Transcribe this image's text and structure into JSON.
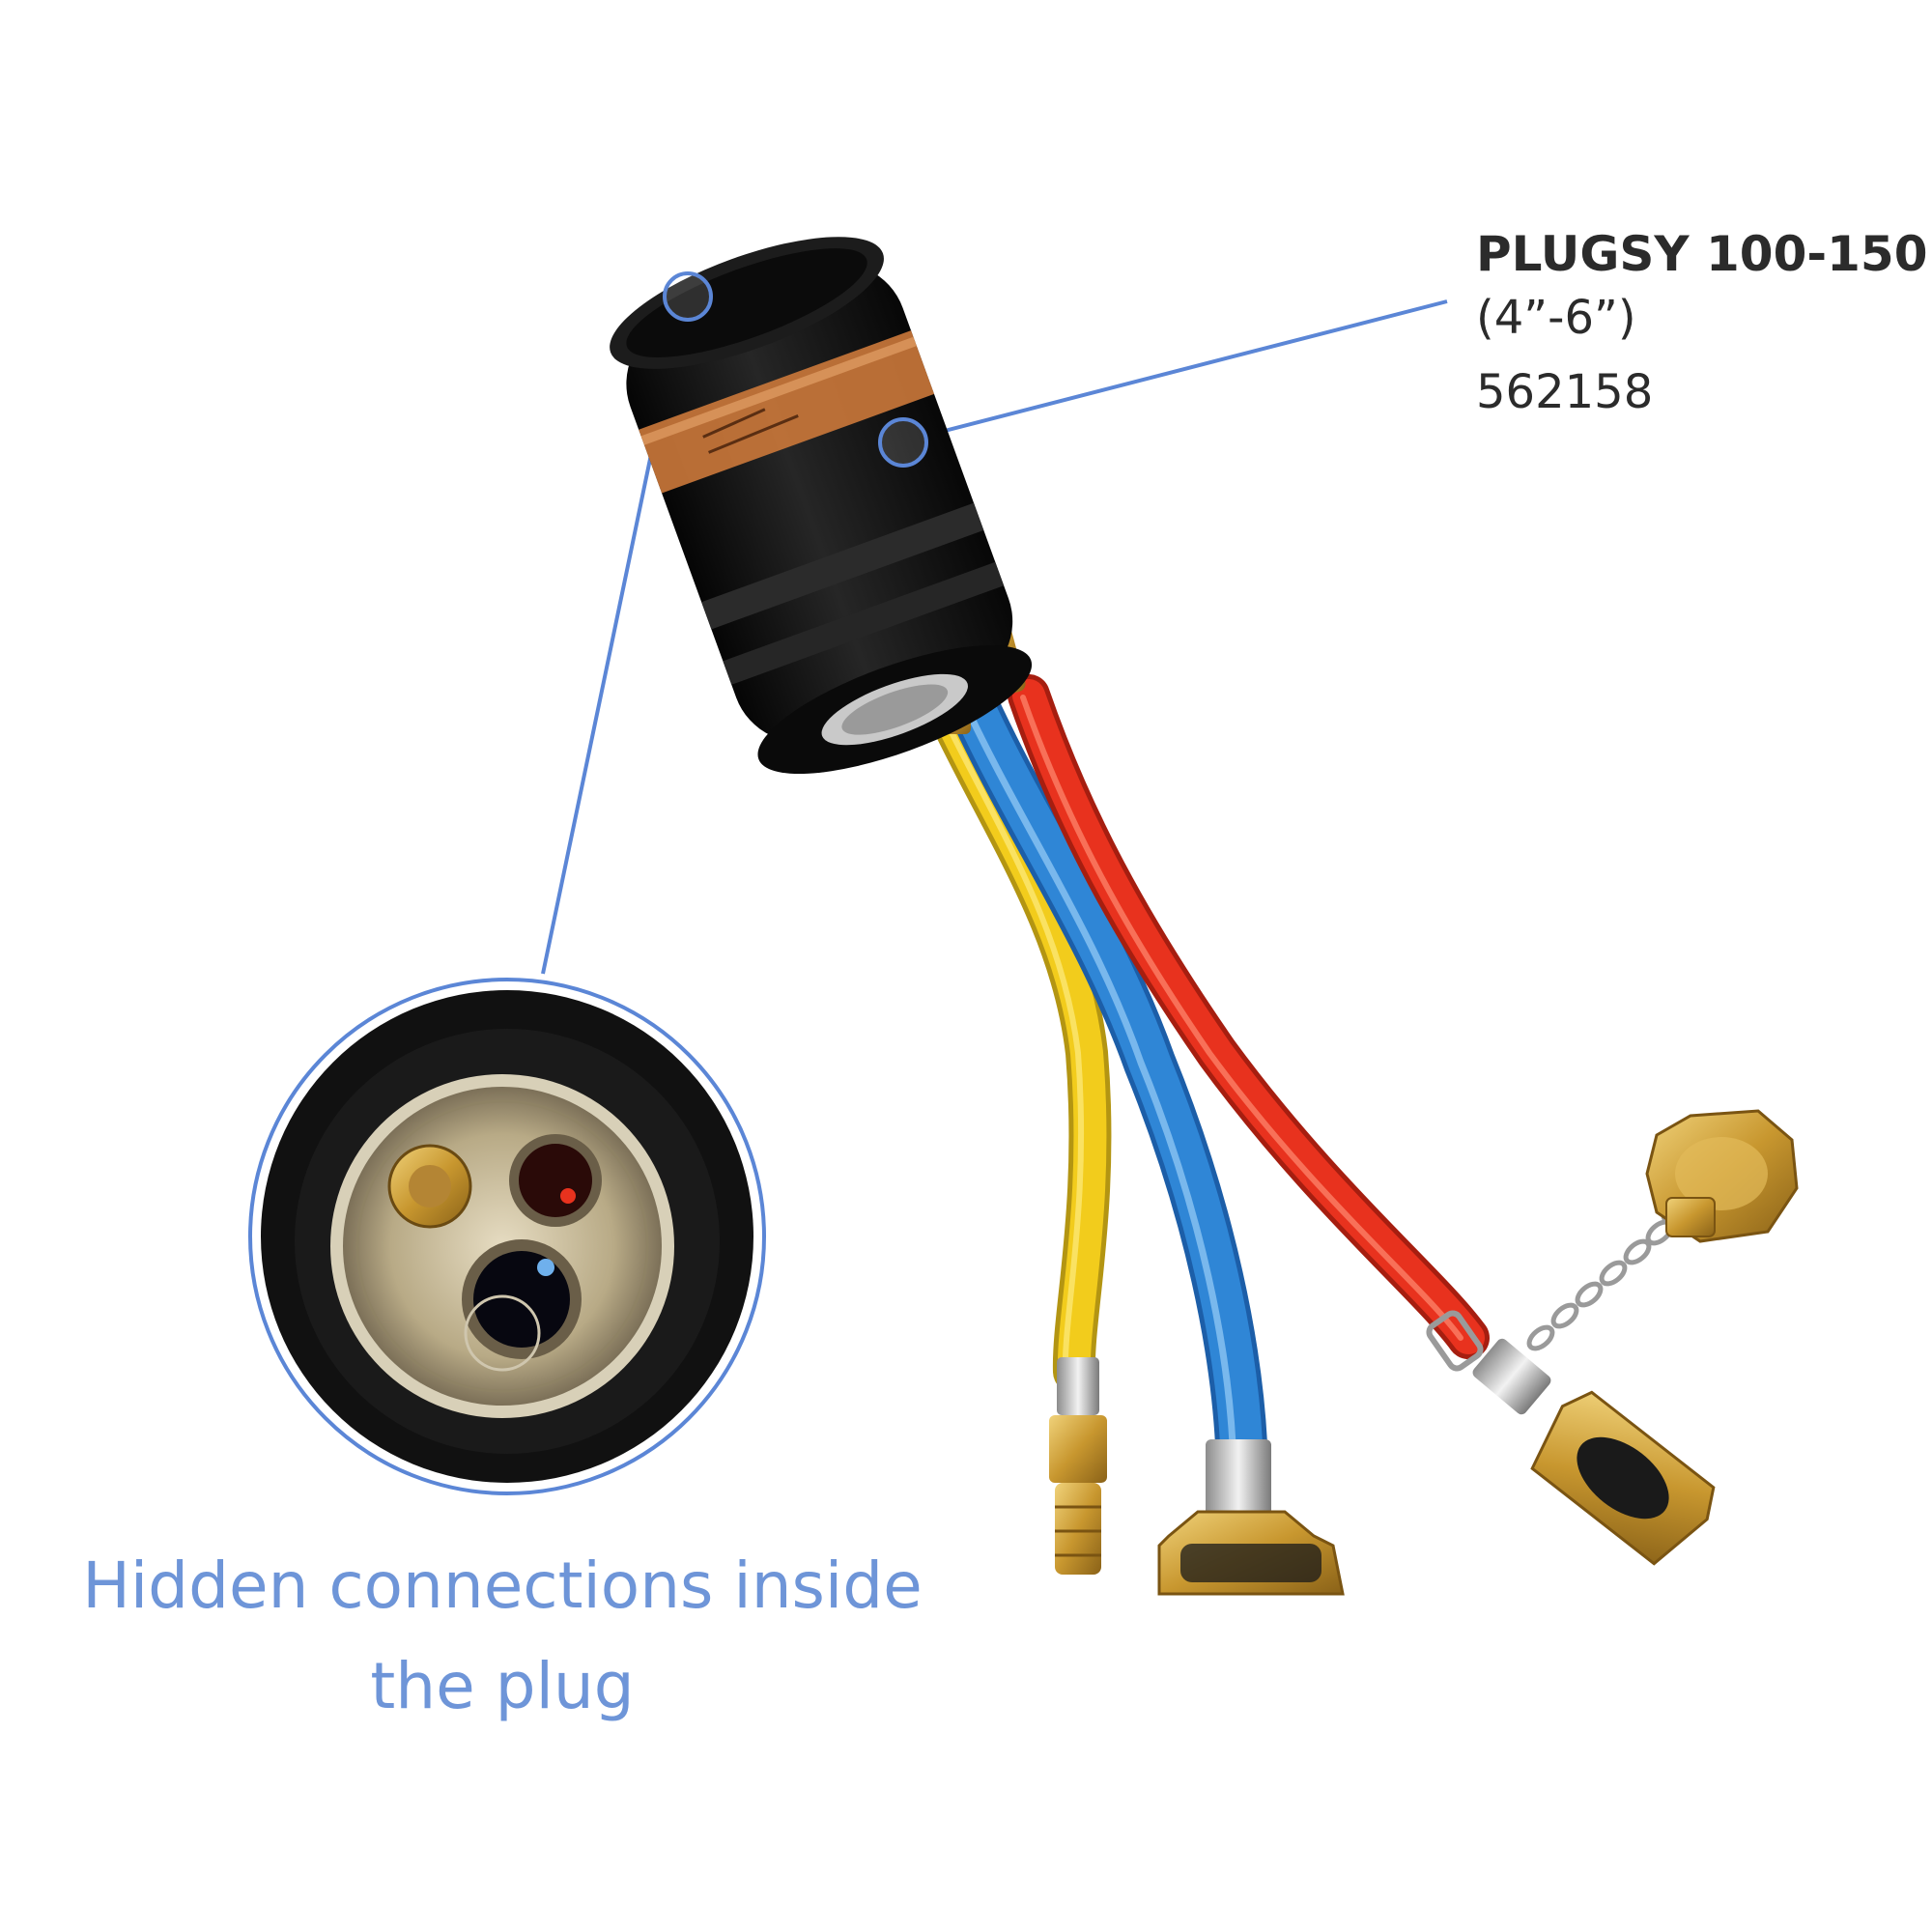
{
  "product": {
    "name": "PLUGSY 100-150",
    "size": "(4”-6”)",
    "code": "562158"
  },
  "caption": {
    "line1": "Hidden connections inside",
    "line2": "the plug"
  },
  "colors": {
    "callout_line": "#5b86d6",
    "caption_text": "#6e95d8",
    "hose_yellow": "#f2cc1c",
    "hose_blue": "#2f86d6",
    "hose_red": "#e8321e",
    "brass": "#c99a3a",
    "plug_body": "#151515",
    "label_band": "#c8763a"
  },
  "icons": {
    "callout_dot": "hollow-circle",
    "coupling": "brass-claw-coupling",
    "chain": "chain-links"
  }
}
